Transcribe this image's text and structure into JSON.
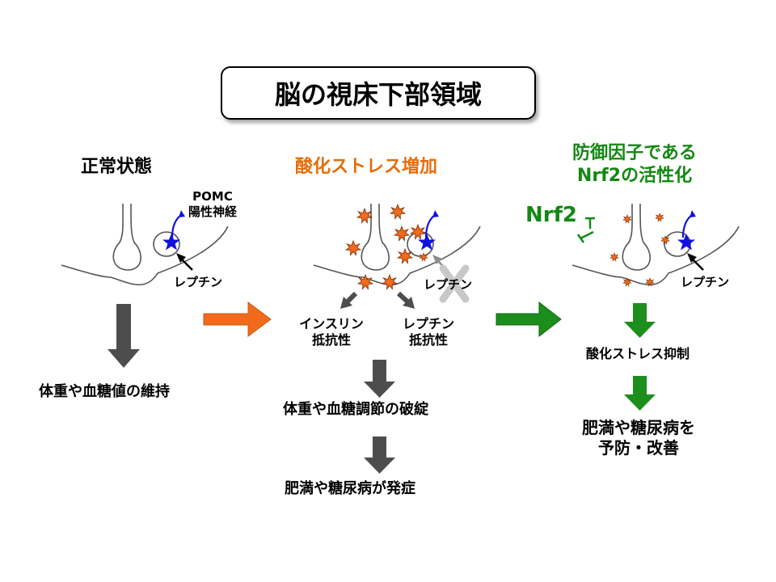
{
  "title": "脳の視床下部領域",
  "panels": {
    "normal": {
      "heading": "正常状態",
      "neuron_label_line1": "POMC",
      "neuron_label_line2": "陽性神経",
      "leptin_label": "レプチン",
      "outcome": "体重や血糖値の維持"
    },
    "stress": {
      "heading": "酸化ストレス増加",
      "leptin_label": "レプチン",
      "insulin_resistance_line1": "インスリン",
      "insulin_resistance_line2": "抵抗性",
      "leptin_resistance_line1": "レプチン",
      "leptin_resistance_line2": "抵抗性",
      "outcome1": "体重や血糖調節の破綻",
      "outcome2": "肥満や糖尿病が発症"
    },
    "nrf2": {
      "heading_line1": "防御因子である",
      "heading_line2": "Nrf2の活性化",
      "nrf2_label": "Nrf2",
      "leptin_label": "レプチン",
      "outcome1": "酸化ストレス抑制",
      "outcome2_line1": "肥満や糖尿病を",
      "outcome2_line2": "予防・改善"
    }
  },
  "colors": {
    "orange": "#E46C0A",
    "green": "#138813",
    "dark_gray": "#4D4D4D",
    "neuron_blue": "#1010E0",
    "ros_orange": "#F26B1D",
    "cross_gray": "#C8C8C8"
  },
  "icons": [
    "neuron-star-icon",
    "oxidative-stress-burst-icon",
    "inhibition-icon",
    "blocked-cross-icon",
    "arrow-icon"
  ]
}
